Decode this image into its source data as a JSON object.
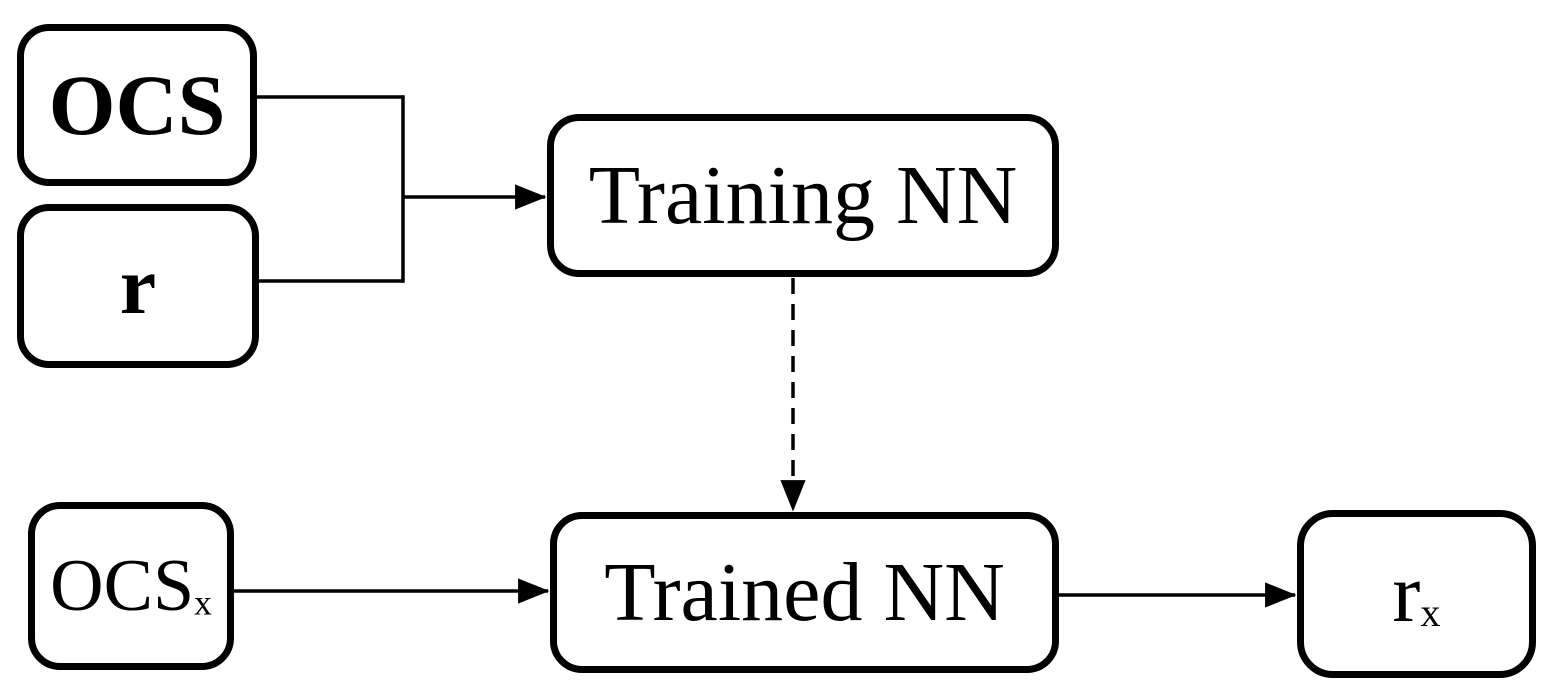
{
  "diagram": {
    "background_color": "#ffffff",
    "line_color": "#000000",
    "nodes": {
      "ocs": {
        "label": "OCS"
      },
      "r": {
        "label": "r"
      },
      "training_nn": {
        "label": "Training NN"
      },
      "ocs_x": {
        "base": "OCS",
        "subscript": "x"
      },
      "trained_nn": {
        "label": "Trained NN"
      },
      "r_x": {
        "base": "r",
        "subscript": "x"
      }
    },
    "edges": [
      {
        "from": "OCS",
        "to": "junction",
        "style": "solid"
      },
      {
        "from": "r",
        "to": "junction",
        "style": "solid"
      },
      {
        "from": "junction",
        "to": "Training NN",
        "style": "solid-arrow"
      },
      {
        "from": "Training NN",
        "to": "Trained NN",
        "style": "dashed-arrow"
      },
      {
        "from": "OCSx",
        "to": "Trained NN",
        "style": "solid-arrow"
      },
      {
        "from": "Trained NN",
        "to": "rx",
        "style": "solid-arrow"
      }
    ]
  }
}
